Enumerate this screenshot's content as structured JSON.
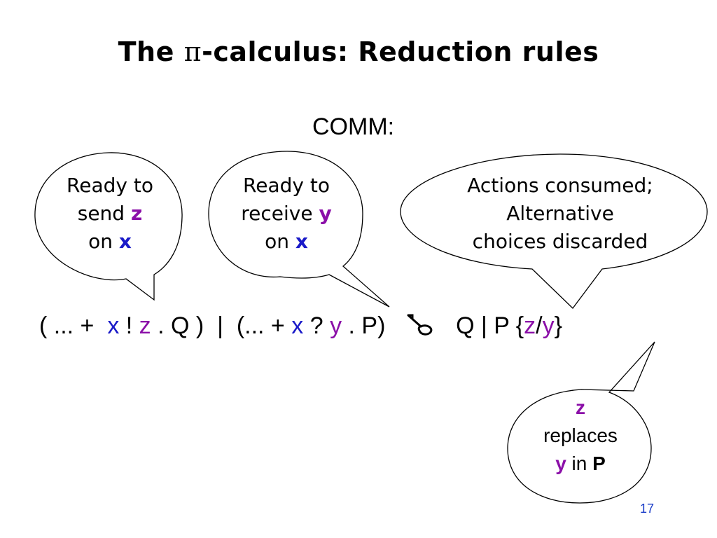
{
  "slide": {
    "title_pre": "The ",
    "title_pi": "π",
    "title_post": "-calculus: Reduction rules",
    "rule_label": "COMM:",
    "page_number": "17"
  },
  "bubbles": {
    "send": {
      "line1": "Ready to",
      "line2_a": "send ",
      "line2_b": "z",
      "line3_a": "on ",
      "line3_b": "x"
    },
    "receive": {
      "line1": "Ready to",
      "line2_a": "receive ",
      "line2_b": "y",
      "line3_a": "on ",
      "line3_b": "x"
    },
    "consumed": {
      "line1": "Actions consumed;",
      "line2": "Alternative",
      "line3": "choices discarded"
    },
    "replace": {
      "line1": "z",
      "line2": "replaces",
      "line3_a": "y",
      "line3_b": " in ",
      "line3_c": "P"
    }
  },
  "formula": {
    "t1": "( ... +  ",
    "t2": "x",
    "t3": " ! ",
    "t4": "z",
    "t5": " . Q )  |  (... + ",
    "t6": "x",
    "t7": " ? ",
    "t8": "y",
    "t9": " . P)   ",
    "t10": "   Q | P {",
    "t11": "z",
    "t12": "/",
    "t13": "y",
    "t14": "}"
  },
  "colors": {
    "channel": "#1a1ac8",
    "name": "#8b0fa8",
    "page_number": "#1a3cc8"
  },
  "icons": {
    "reduction": "reduction-arrow-icon"
  }
}
